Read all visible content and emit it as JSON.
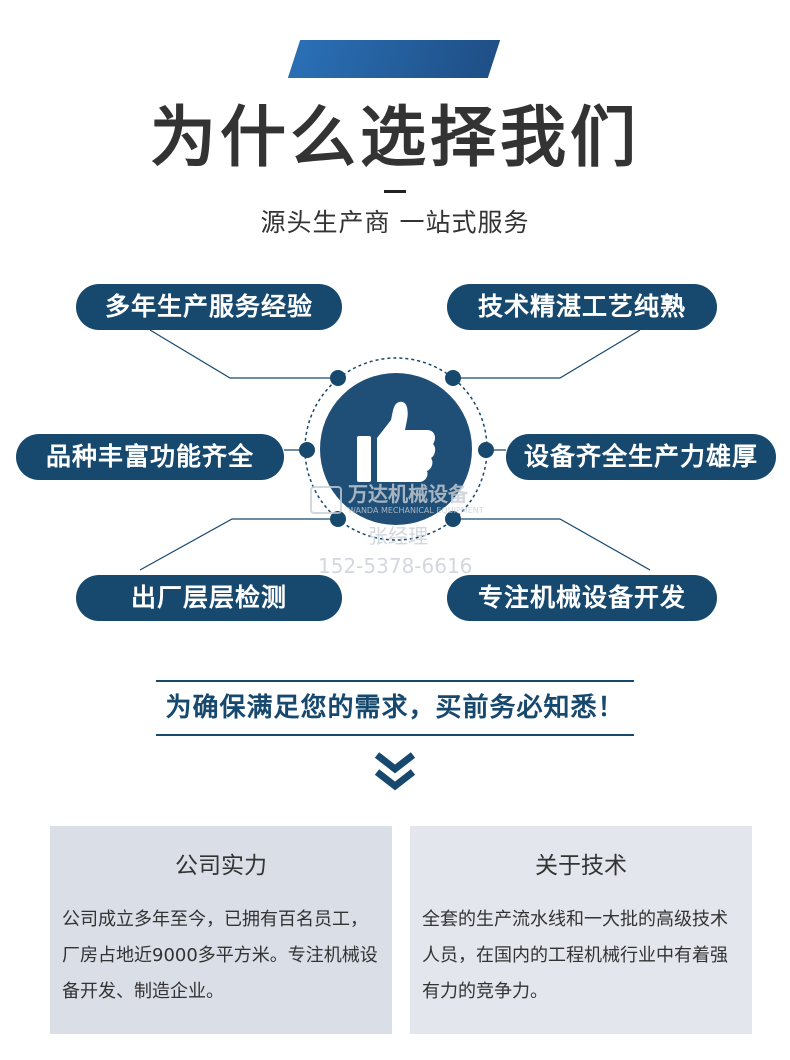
{
  "header": {
    "title": "为什么选择我们",
    "subtitle": "源头生产商 一站式服务"
  },
  "features": [
    "多年生产服务经验",
    "技术精湛工艺纯熟",
    "品种丰富功能齐全",
    "设备齐全生产力雄厚",
    "出厂层层检测",
    "专注机械设备开发"
  ],
  "center": {
    "icon": "thumbs-up-icon"
  },
  "watermark": {
    "brand": "万达机械设备",
    "brand_en": "WANDA MECHANICAL EQUIPMENT",
    "name": "张经理",
    "phone": "152-5378-6616"
  },
  "notice": "为确保满足您的需求，买前务必知悉！",
  "scroll_icon": "double-chevron-down-icon",
  "cards": [
    {
      "title": "公司实力",
      "body": "公司成立多年至今，已拥有百名员工，厂房占地近9000多平方米。专注机械设备开发、制造企业。"
    },
    {
      "title": "关于技术",
      "body": "全套的生产流水线和一大批的高级技术人员，在国内的工程机械行业中有着强有力的竞争力。"
    }
  ],
  "colors": {
    "primary": "#17486e",
    "accent": "#2a6fb5",
    "card_bg": "#d9dee7"
  }
}
